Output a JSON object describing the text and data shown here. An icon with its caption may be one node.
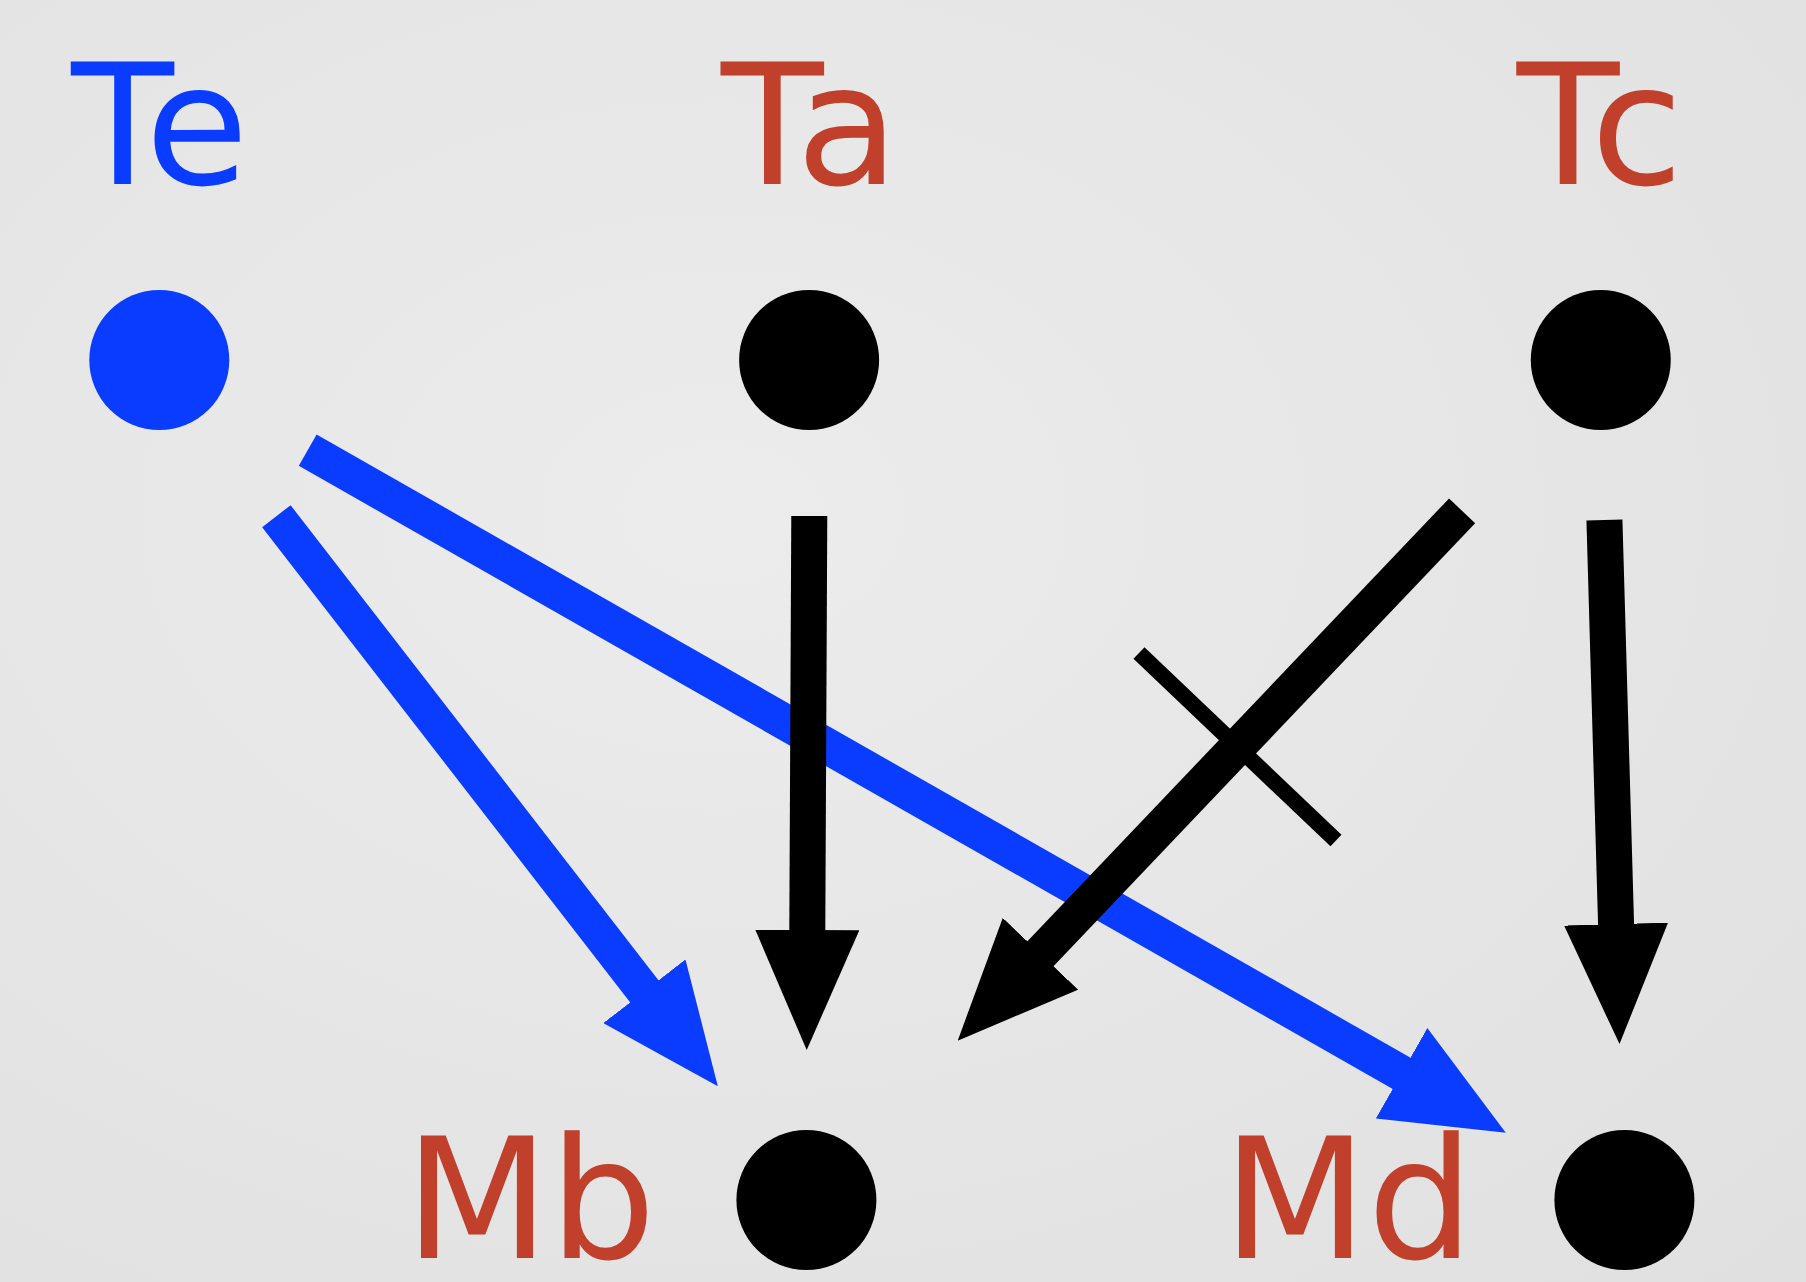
{
  "diagram": {
    "nodes": [
      {
        "text": [
          "Te"
        ]
      },
      {
        "text": [
          "Ta"
        ]
      },
      {
        "text": [
          "Tc"
        ]
      },
      {
        "text": [
          "Mb"
        ]
      },
      {
        "text": [
          "Md"
        ]
      }
    ],
    "edges": [
      {
        "from": 0,
        "to": 3,
        "arrow": "to",
        "color": "#0a3cff"
      },
      {
        "from": 0,
        "to": 4,
        "arrow": "to",
        "color": "#0a3cff"
      },
      {
        "from": 1,
        "to": 3,
        "arrow": "to"
      },
      {
        "from": 2,
        "to": 3,
        "arrow": "to"
      },
      {
        "from": 2,
        "to": 4,
        "arrow": "to"
      }
    ]
  }
}
